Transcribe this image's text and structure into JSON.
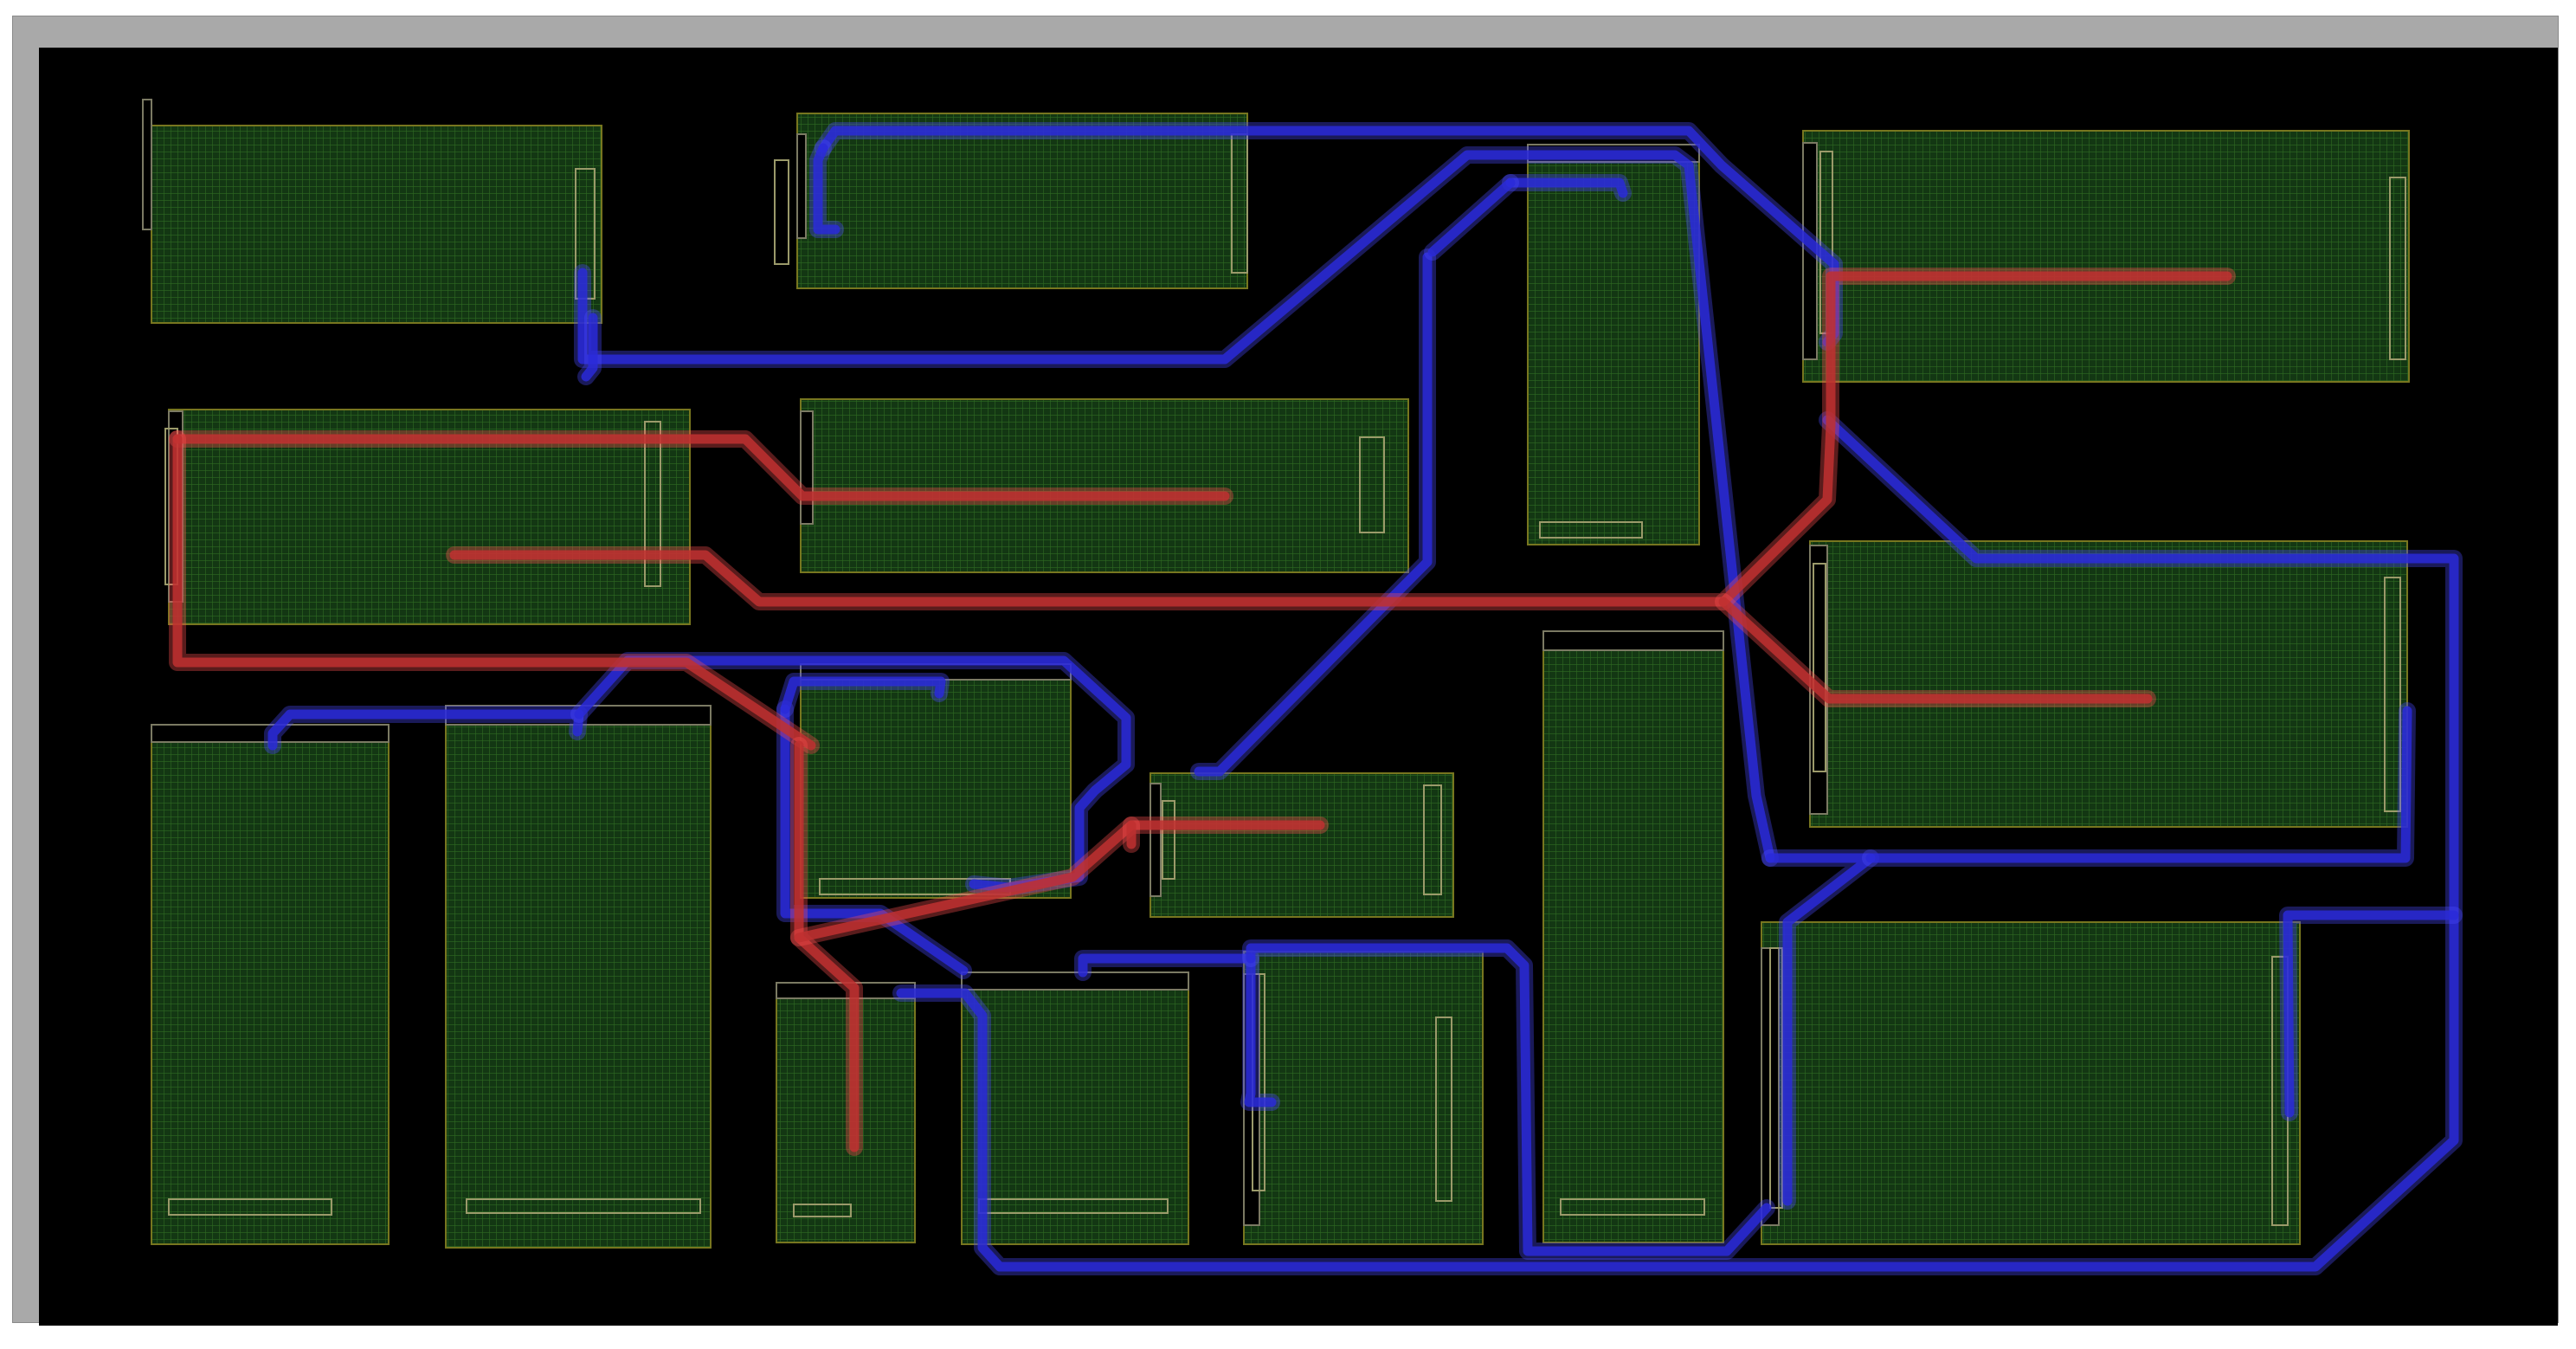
{
  "colors": {
    "frame": "#a9a9a9",
    "background": "#000000",
    "module_fill": "#133713",
    "module_grid": "#2e6a22",
    "module_border": "#77761f",
    "pin_outline": "#7b7a63",
    "wire_blue": "#2a2ad8",
    "wire_blue_glow": "#4b4bff",
    "wire_red": "#c03030",
    "wire_red_glow": "#ff5050"
  },
  "modules": [
    {
      "id": "module-1"
    },
    {
      "id": "module-2"
    },
    {
      "id": "module-3"
    },
    {
      "id": "module-4"
    },
    {
      "id": "module-5"
    },
    {
      "id": "module-6"
    },
    {
      "id": "module-7"
    },
    {
      "id": "module-8"
    },
    {
      "id": "module-9"
    },
    {
      "id": "module-10"
    },
    {
      "id": "module-11"
    },
    {
      "id": "module-12"
    },
    {
      "id": "module-13"
    },
    {
      "id": "module-14"
    },
    {
      "id": "module-15"
    },
    {
      "id": "module-16"
    },
    {
      "id": "module-17"
    },
    {
      "id": "module-18"
    },
    {
      "id": "module-19"
    }
  ],
  "nets": [
    {
      "id": "net-blue",
      "color": "blue"
    },
    {
      "id": "net-red",
      "color": "red"
    }
  ]
}
